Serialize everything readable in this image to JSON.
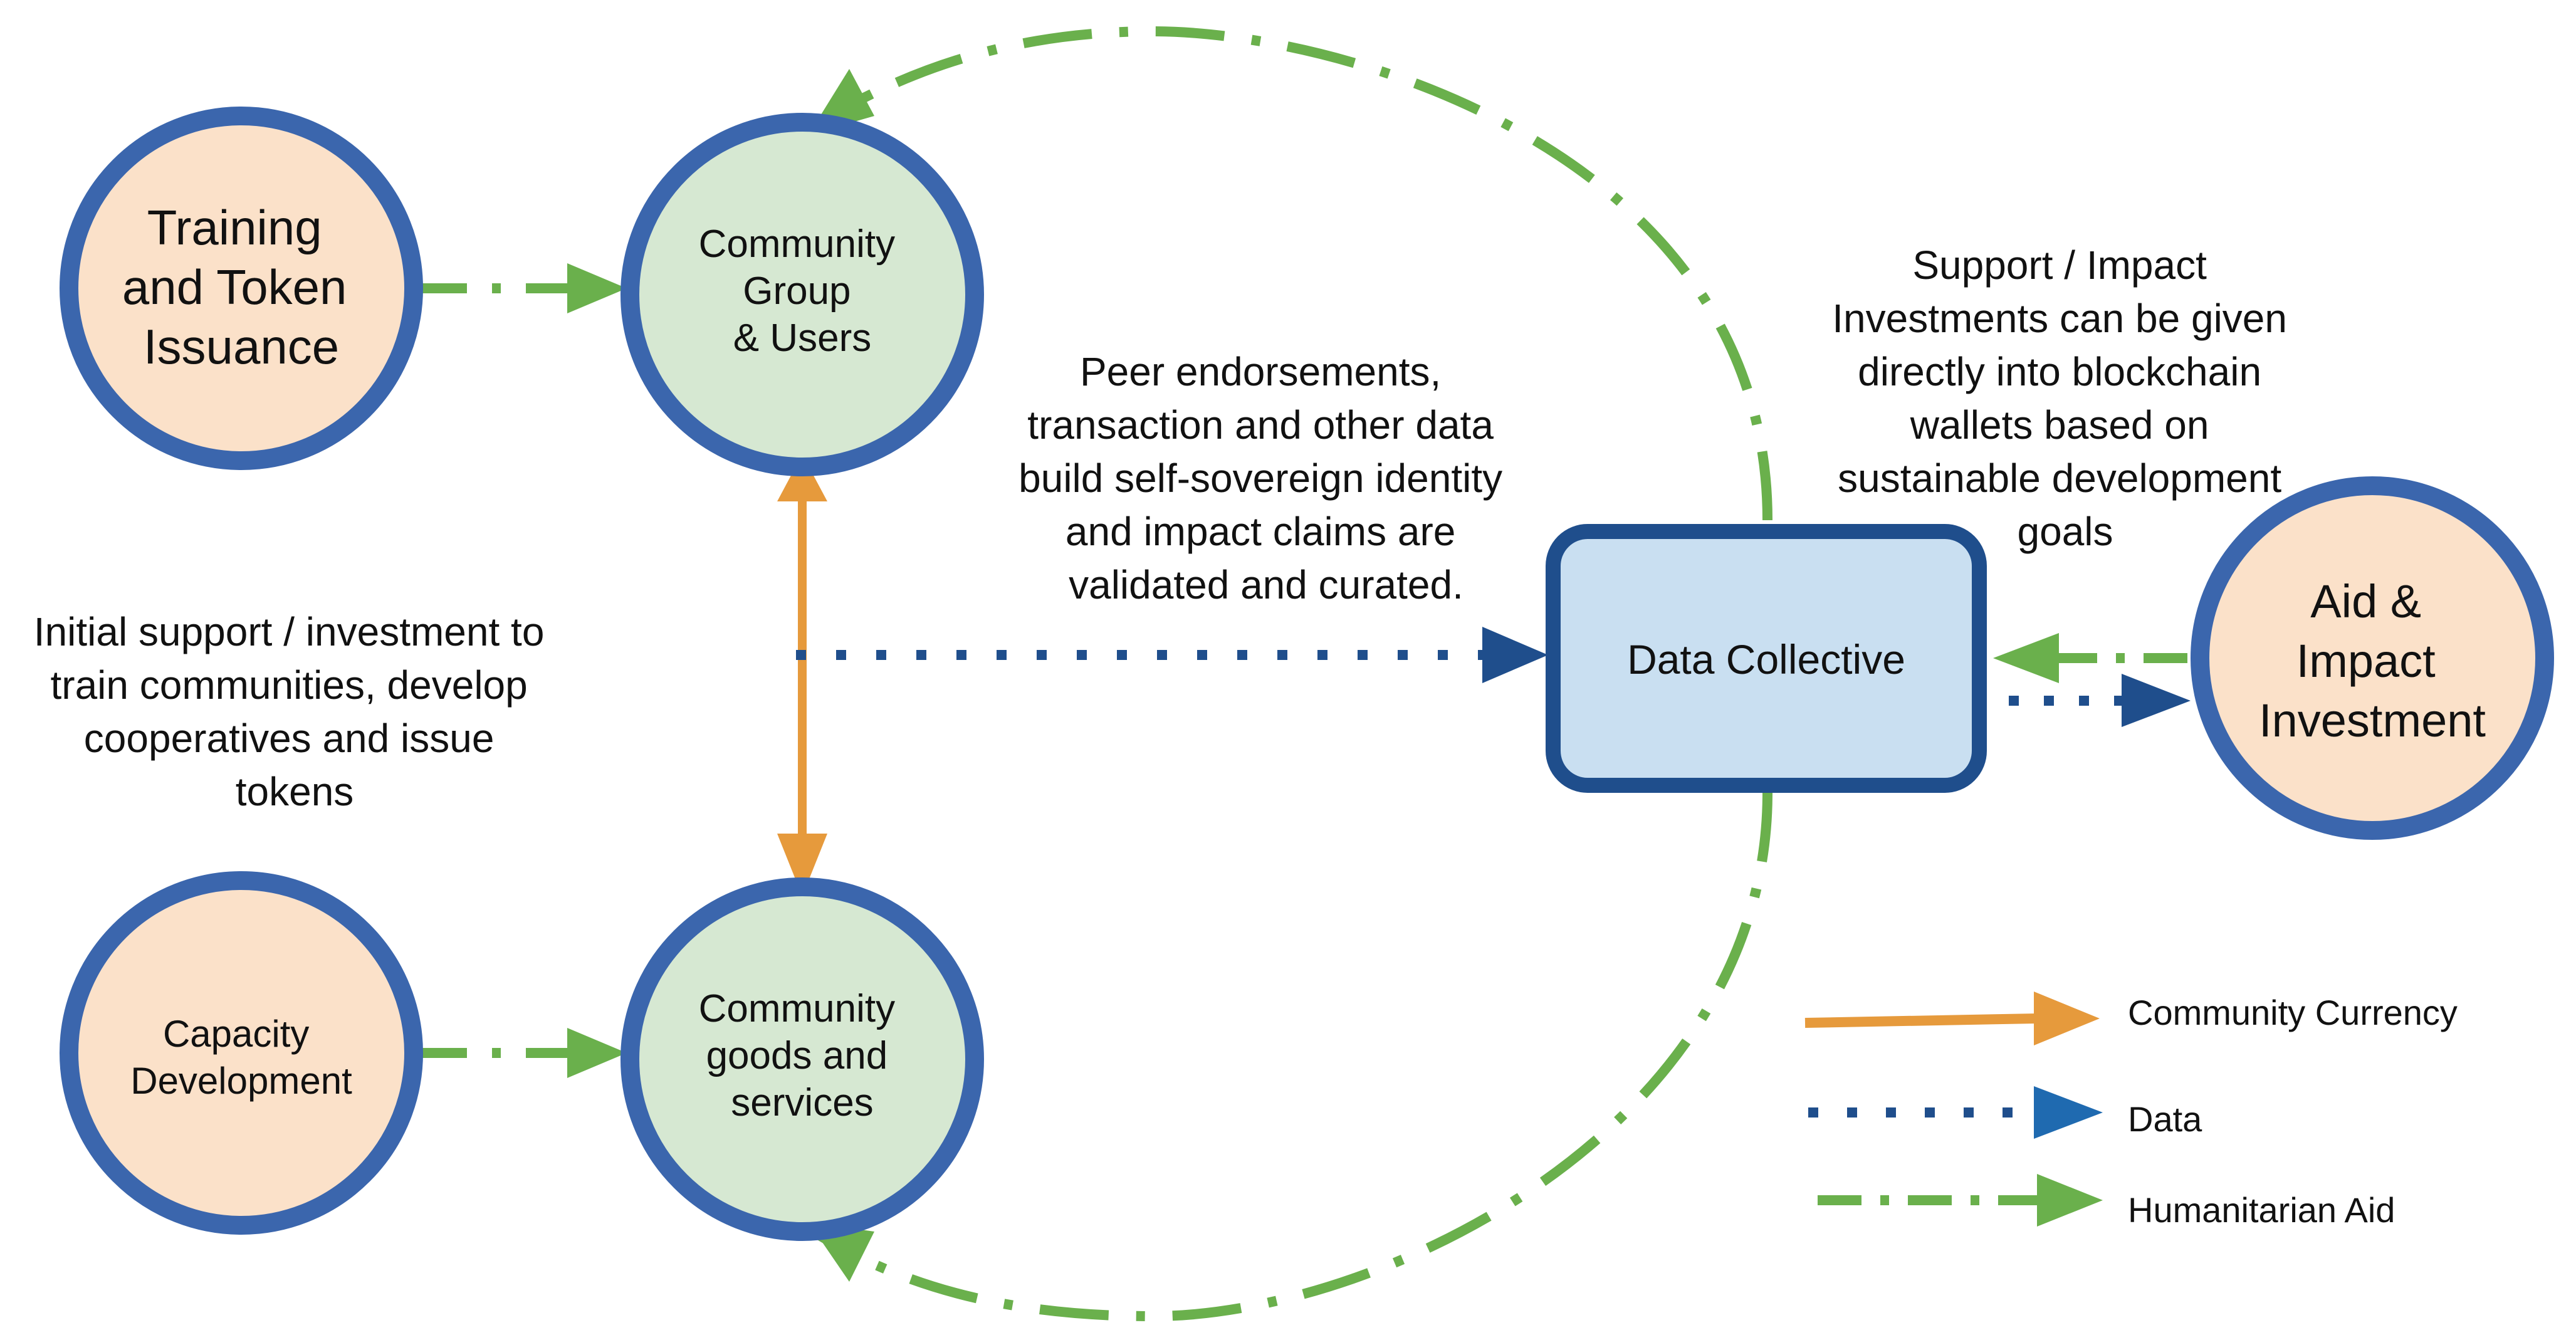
{
  "colors": {
    "node_border": "#3b66ad",
    "peach_fill": "#fbe1c9",
    "green_fill": "#d6e8d2",
    "box_fill": "#c9dff1",
    "currency_orange": "#e69a3c",
    "data_blue": "#1f4e8c",
    "aid_green": "#6ab04c"
  },
  "nodes": {
    "training": {
      "lines": [
        "Training",
        "and Token",
        "Issuance"
      ]
    },
    "community_group": {
      "lines": [
        "Community",
        "Group",
        "& Users"
      ]
    },
    "capacity": {
      "lines": [
        "Capacity",
        "Development"
      ]
    },
    "community_goods": {
      "lines": [
        "Community",
        "goods and",
        "services"
      ]
    },
    "data_collective": {
      "lines": [
        "Data Collective"
      ]
    },
    "aid_investment": {
      "lines": [
        "Aid &",
        "Impact",
        "Investment"
      ]
    }
  },
  "captions": {
    "peer": [
      "Peer endorsements,",
      "transaction and other data",
      "build self-sovereign identity",
      "and impact claims are",
      "validated and curated."
    ],
    "support": [
      "Support / Impact",
      "Investments can be given",
      "directly into blockchain",
      "wallets based on",
      "sustainable development",
      "goals"
    ],
    "initial": [
      "Initial support / investment to",
      "train communities, develop",
      "cooperatives and issue",
      "tokens"
    ]
  },
  "legend": {
    "currency": "Community Currency",
    "data": "Data",
    "aid": "Humanitarian Aid"
  }
}
